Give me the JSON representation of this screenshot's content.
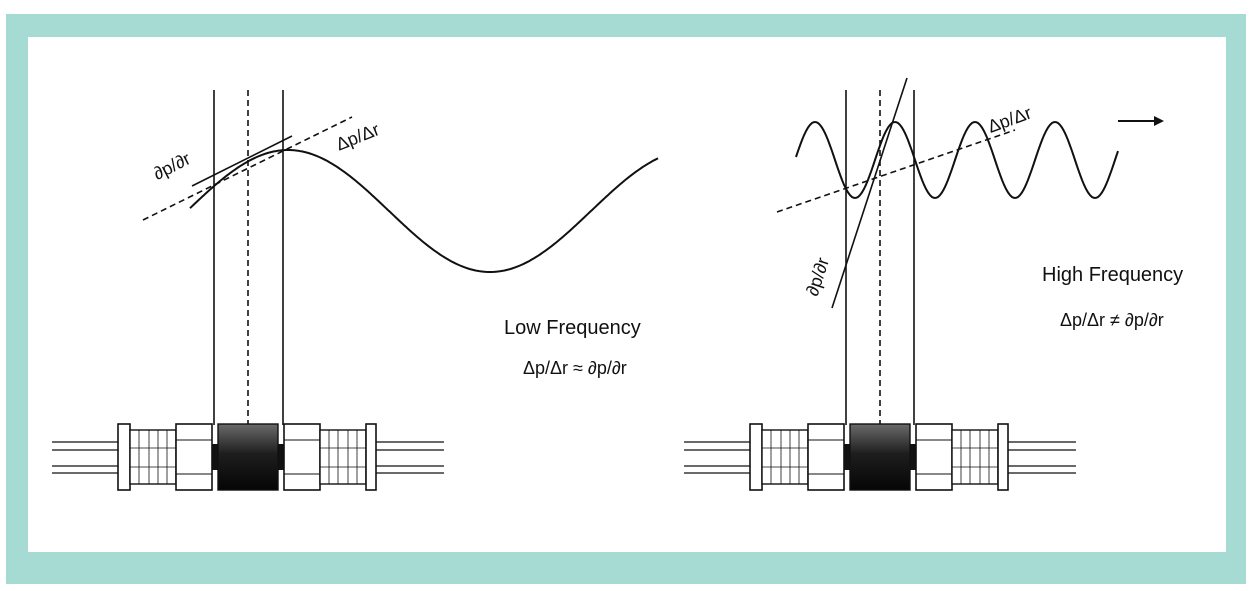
{
  "frame_color": "#a6dbd3",
  "ink_color": "#111111",
  "low": {
    "title": "Low Frequency",
    "relation": "Δp/Δr ≈ ∂p/∂r",
    "secant_label": "Δp/Δr",
    "tangent_label": "∂p/∂r"
  },
  "high": {
    "title": "High Frequency",
    "relation": "Δp/Δr ≠ ∂p/∂r",
    "secant_label": "Δp/Δr",
    "tangent_label": "∂p/∂r"
  }
}
